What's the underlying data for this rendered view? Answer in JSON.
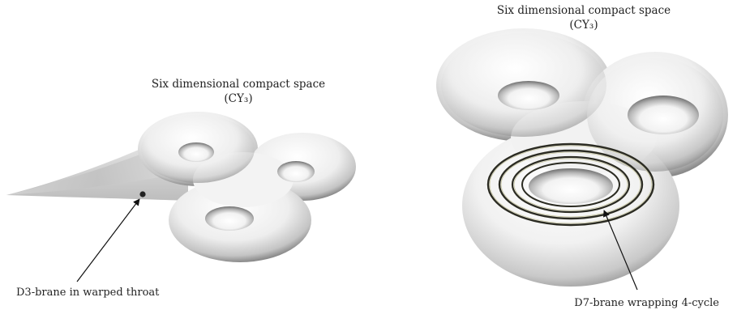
{
  "left_panel": {
    "title_line1": "Six dimensional compact space",
    "title_line2": "(CY₃)",
    "caption": "D3-brane in warped throat"
  },
  "right_panel": {
    "title_line1": "Six dimensional compact space",
    "title_line2": "(CY₃)",
    "caption": "D7-brane wrapping 4-cycle"
  },
  "colors": {
    "surface_light": "#fafafa",
    "surface_dark": "#8c8c8c",
    "brane_ring": "#2b2b22",
    "brane_ring_highlight": "#c8c6a0",
    "text": "#222222"
  }
}
